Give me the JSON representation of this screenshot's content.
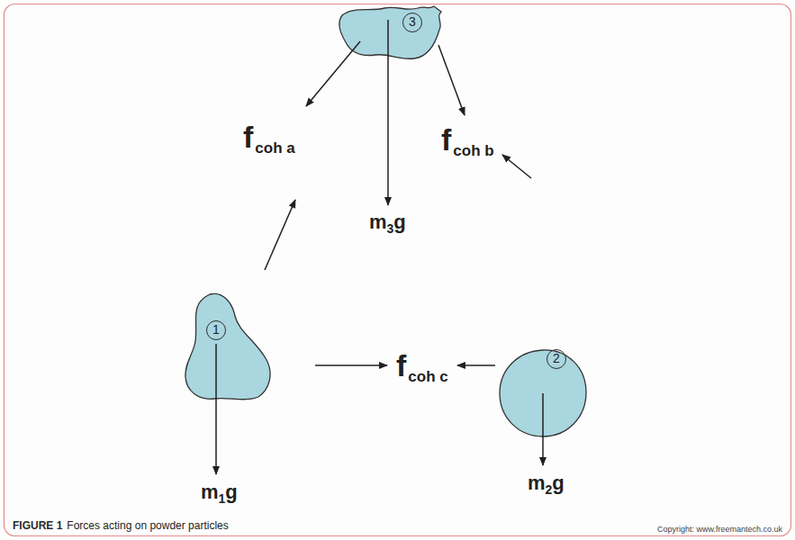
{
  "diagram": {
    "caption": "Forces acting on powder particles",
    "nodes": [
      {
        "text": [
          "3"
        ]
      },
      {
        "text": [
          "1"
        ]
      },
      {
        "text": [
          "2"
        ]
      }
    ],
    "labels": [
      "f",
      "coh a",
      "m",
      "3",
      "g",
      "f",
      "coh b",
      "f",
      "coh c",
      "m",
      "1",
      "g",
      "m",
      "2",
      "g",
      "FIGURE 1",
      "Copyright: www.freemantech.co.uk"
    ]
  }
}
